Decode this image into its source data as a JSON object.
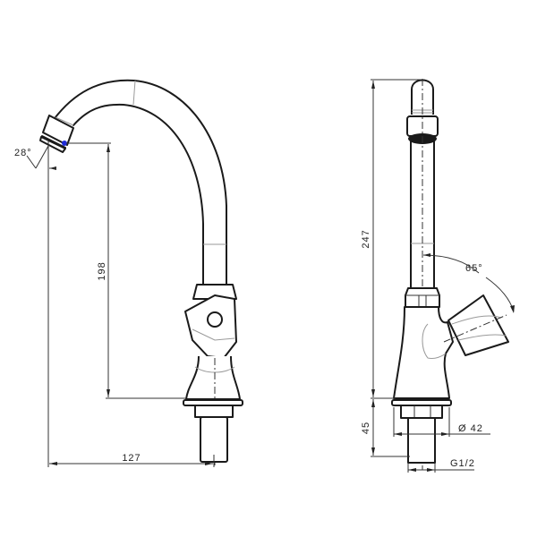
{
  "drawing": {
    "title": "Faucet technical drawing - front and side views",
    "colors": {
      "line": "#1a1a1a",
      "hidden_line": "#9a9a9a",
      "accent_point": "#1f2bd6",
      "background": "#ffffff"
    },
    "front_view": {
      "dimensions": {
        "spout_angle": "28°",
        "spout_height": "198",
        "spout_reach": "127"
      }
    },
    "side_view": {
      "dimensions": {
        "total_height": "247",
        "handle_angle": "65°",
        "base_height": "45",
        "base_diameter": "Ø 42",
        "thread": "G1/2"
      }
    }
  }
}
